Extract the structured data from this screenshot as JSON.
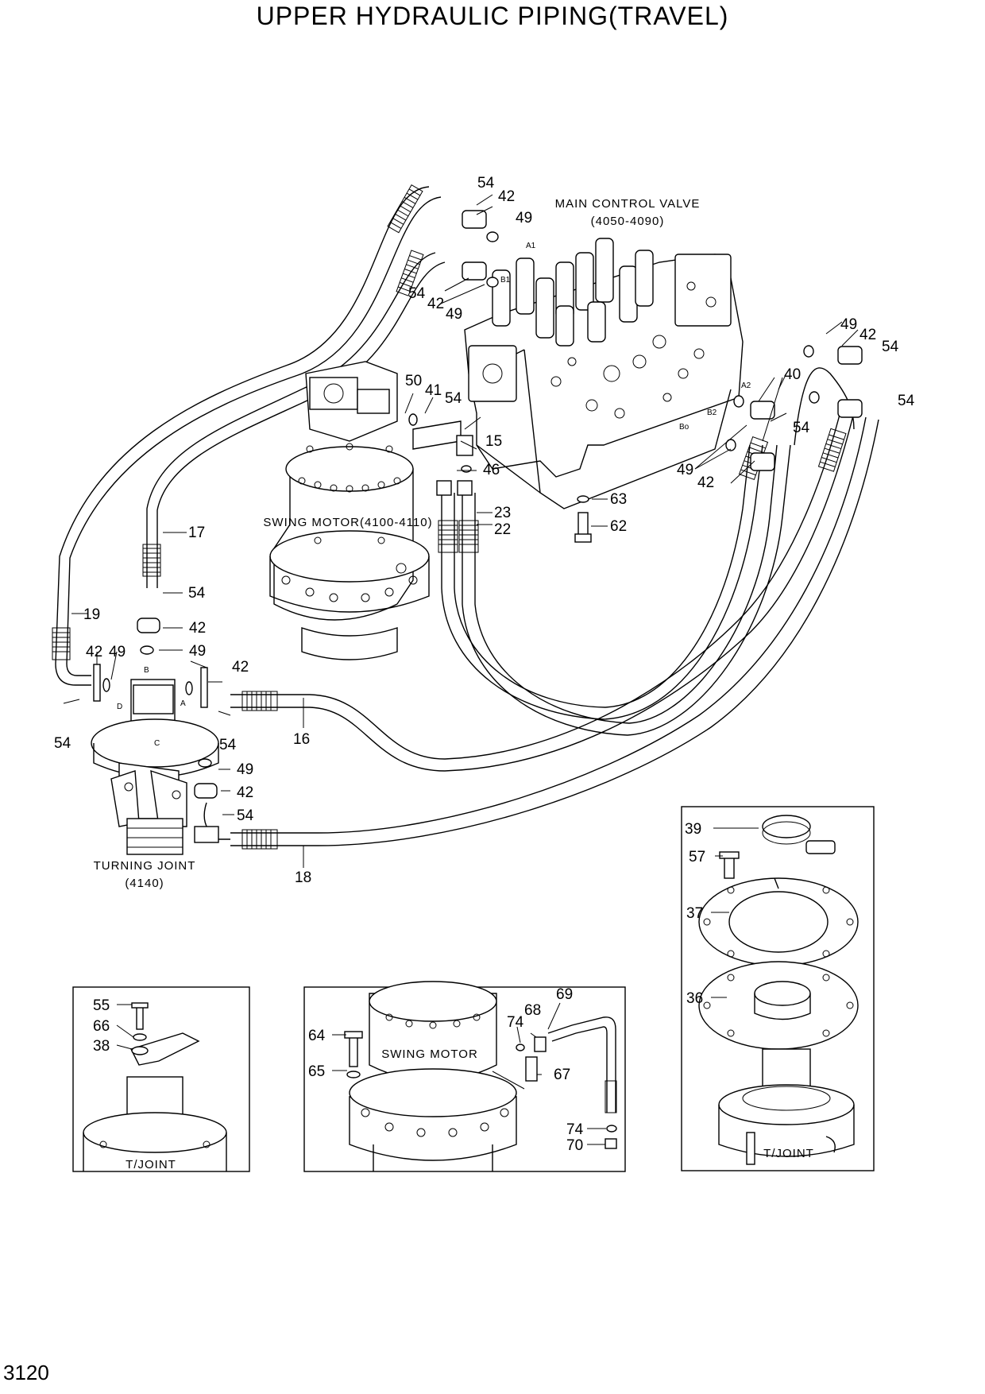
{
  "title": "UPPER HYDRAULIC PIPING(TRAVEL)",
  "page_number": "3120",
  "components": {
    "main_control_valve": {
      "name": "MAIN CONTROL VALVE",
      "ref": "(4050-4090)"
    },
    "swing_motor": {
      "name": "SWING MOTOR(4100-4110)"
    },
    "turning_joint": {
      "name": "TURNING JOINT",
      "ref": "(4140)"
    },
    "inset_swing_motor": {
      "name": "SWING MOTOR"
    },
    "inset_tjoint_left": {
      "name": "T/JOINT"
    },
    "inset_tjoint_right": {
      "name": "T/JOINT"
    }
  },
  "callouts": [
    "54",
    "42",
    "49",
    "54",
    "42",
    "49",
    "49",
    "42",
    "54",
    "40",
    "54",
    "54",
    "50",
    "41",
    "54",
    "15",
    "46",
    "23",
    "22",
    "63",
    "62",
    "49",
    "42",
    "17",
    "54",
    "42",
    "49",
    "19",
    "42",
    "49",
    "42",
    "54",
    "54",
    "16",
    "49",
    "42",
    "54",
    "18",
    "39",
    "57",
    "37",
    "36",
    "55",
    "66",
    "38",
    "64",
    "65",
    "74",
    "68",
    "69",
    "67",
    "74",
    "70"
  ],
  "port_labels": [
    "A",
    "B",
    "C",
    "D",
    "A1",
    "B1",
    "A2",
    "B2",
    "Bo"
  ]
}
